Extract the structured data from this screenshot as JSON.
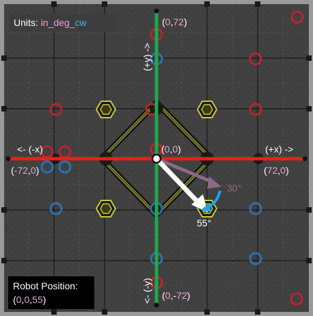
{
  "units_panel": {
    "prefix": "Units: ",
    "unit_main": "in_deg_",
    "unit_dir": "cw"
  },
  "axis_labels": {
    "pos_y": "(+y) ->",
    "neg_y": "<- (-y)",
    "neg_x": "<- (-x)",
    "pos_x": "(+x) ->"
  },
  "coordinates": {
    "top": {
      "open": "(",
      "a": "0",
      "sep": ",",
      "b": "72",
      "close": ")"
    },
    "bottom": {
      "open": "(",
      "a": "0",
      "sep": ",-",
      "b": "72",
      "close": ")"
    },
    "left": {
      "open": "(",
      "a": "-72",
      "sep": ",",
      "b": "0",
      "close": ")"
    },
    "right": {
      "open": "(",
      "a": "72",
      "sep": ",",
      "b": "0",
      "close": ")"
    },
    "origin": {
      "open": "(",
      "a": "0",
      "sep": ",",
      "b": "0",
      "close": ")"
    }
  },
  "angles": {
    "heading": "55°",
    "reference": "30°"
  },
  "robot_position": {
    "title": "Robot Position:",
    "x": "0",
    "y": "0",
    "heading": "55"
  },
  "colors": {
    "x_axis": "#e8201a",
    "y_axis": "#1ea84c",
    "number": "#e6a3d6",
    "cw_text": "#3fb3e6",
    "heading_arrow": "#ffffff",
    "reference_arrow": "#8a6a85",
    "rotation_arrow": "#1ea1e6",
    "field": "#3d3d3d"
  }
}
